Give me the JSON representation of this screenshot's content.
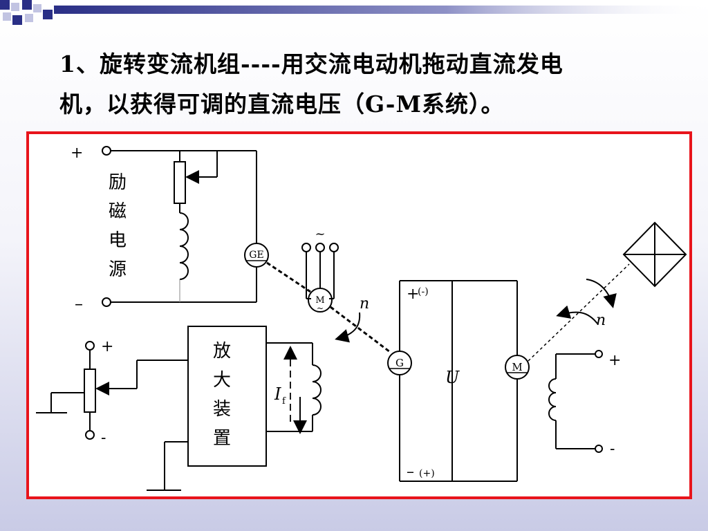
{
  "slide": {
    "title_line1": "1、旋转变流机组----用交流电动机拖动直流发电",
    "title_line2": "机，以获得可调的直流电压（G-M系统）。"
  },
  "diagram": {
    "excitation_label": [
      "励",
      "磁",
      "电",
      "源"
    ],
    "amplifier_label": [
      "放",
      "大",
      "装",
      "置"
    ],
    "plus": "+",
    "minus": "–",
    "minus_small": "-",
    "ge_label": "GE",
    "g_label": "G",
    "m_label": "M",
    "ac_tilde": "~",
    "speed_symbol": "n",
    "voltage_symbol": "U",
    "field_current_symbol": "I",
    "field_current_sub": "f",
    "reverse_plus": "(-)",
    "reverse_minus": "(+)"
  }
}
